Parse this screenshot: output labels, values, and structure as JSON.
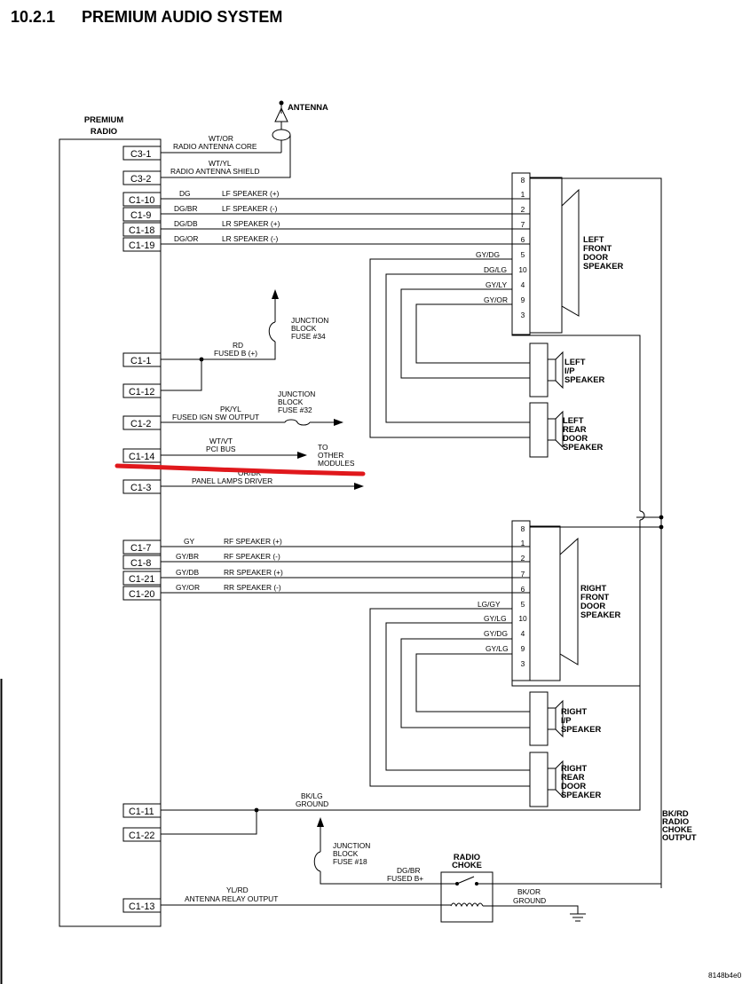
{
  "header": {
    "section_number": "10.2.1",
    "title": "PREMIUM AUDIO SYSTEM"
  },
  "radio": {
    "label_line1": "PREMIUM",
    "label_line2": "RADIO"
  },
  "antenna": {
    "label": "ANTENNA"
  },
  "connectors": {
    "c3_1": "C3-1",
    "c3_2": "C3-2",
    "c1_10": "C1-10",
    "c1_9": "C1-9",
    "c1_18": "C1-18",
    "c1_19": "C1-19",
    "c1_1": "C1-1",
    "c1_12": "C1-12",
    "c1_2": "C1-2",
    "c1_14": "C1-14",
    "c1_3": "C1-3",
    "c1_7": "C1-7",
    "c1_8": "C1-8",
    "c1_21": "C1-21",
    "c1_20": "C1-20",
    "c1_11": "C1-11",
    "c1_22": "C1-22",
    "c1_13": "C1-13"
  },
  "circuits": {
    "antenna_core": {
      "color": "WT/OR",
      "name": "RADIO ANTENNA CORE"
    },
    "antenna_shield": {
      "color": "WT/YL",
      "name": "RADIO ANTENNA SHIELD"
    },
    "lf_pos": {
      "color": "DG",
      "name": "LF SPEAKER (+)"
    },
    "lf_neg": {
      "color": "DG/BR",
      "name": "LF SPEAKER (-)"
    },
    "lr_pos": {
      "color": "DG/DB",
      "name": "LR SPEAKER (+)"
    },
    "lr_neg": {
      "color": "DG/OR",
      "name": "LR SPEAKER (-)"
    },
    "fused_b": {
      "color": "RD",
      "name": "FUSED B (+)"
    },
    "fused_ign": {
      "color": "PK/YL",
      "name": "FUSED IGN SW OUTPUT"
    },
    "pci_bus": {
      "color": "WT/VT",
      "name": "PCI BUS"
    },
    "panel_lamps": {
      "color": "OR/BK",
      "name": "PANEL LAMPS DRIVER"
    },
    "rf_pos": {
      "color": "GY",
      "name": "RF SPEAKER (+)"
    },
    "rf_neg": {
      "color": "GY/BR",
      "name": "RF SPEAKER (-)"
    },
    "rr_pos": {
      "color": "GY/DB",
      "name": "RR SPEAKER (+)"
    },
    "rr_neg": {
      "color": "GY/OR",
      "name": "RR SPEAKER (-)"
    },
    "ground": {
      "color": "BK/LG",
      "name": "GROUND"
    },
    "antenna_relay": {
      "color": "YL/RD",
      "name": "ANTENNA RELAY OUTPUT"
    },
    "choke_fused": {
      "color": "DG/BR",
      "name": "FUSED B+"
    },
    "choke_ground": {
      "color": "BK/OR",
      "name": "GROUND"
    },
    "choke_output": {
      "line1": "BK/RD",
      "line2": "RADIO",
      "line3": "CHOKE",
      "line4": "OUTPUT"
    }
  },
  "junction_34": {
    "line1": "JUNCTION",
    "line2": "BLOCK",
    "line3": "FUSE #34"
  },
  "junction_32": {
    "line1": "JUNCTION",
    "line2": "BLOCK",
    "line3": "FUSE #32"
  },
  "junction_18": {
    "line1": "JUNCTION",
    "line2": "BLOCK",
    "line3": "FUSE #18"
  },
  "to_other_modules": {
    "line1": "TO",
    "line2": "OTHER",
    "line3": "MODULES"
  },
  "left_front_door": {
    "label": [
      "LEFT",
      "FRONT",
      "DOOR",
      "SPEAKER"
    ],
    "pins": [
      "8",
      "1",
      "2",
      "7",
      "6",
      "5",
      "10",
      "4",
      "9",
      "3"
    ],
    "wires": {
      "p5": "GY/DG",
      "p10": "DG/LG",
      "p4": "GY/LY",
      "p9": "GY/OR"
    }
  },
  "left_ip": {
    "label": [
      "LEFT",
      "I/P",
      "SPEAKER"
    ]
  },
  "left_rear_door": {
    "label": [
      "LEFT",
      "REAR",
      "DOOR",
      "SPEAKER"
    ]
  },
  "right_front_door": {
    "label": [
      "RIGHT",
      "FRONT",
      "DOOR",
      "SPEAKER"
    ],
    "pins": [
      "8",
      "1",
      "2",
      "7",
      "6",
      "5",
      "10",
      "4",
      "9",
      "3"
    ],
    "wires": {
      "p5": "LG/GY",
      "p10": "GY/LG",
      "p4": "GY/DG",
      "p9": "GY/LG"
    }
  },
  "right_ip": {
    "label": [
      "RIGHT",
      "I/P",
      "SPEAKER"
    ]
  },
  "right_rear_door": {
    "label": [
      "RIGHT",
      "REAR",
      "DOOR",
      "SPEAKER"
    ]
  },
  "radio_choke": {
    "line1": "RADIO",
    "line2": "CHOKE"
  },
  "footer": {
    "code": "8148b4e0"
  }
}
